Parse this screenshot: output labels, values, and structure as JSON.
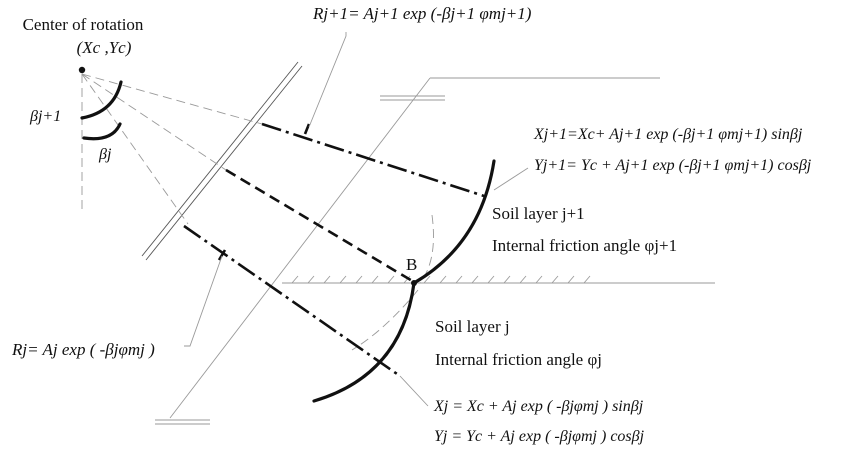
{
  "center": {
    "title": "Center of rotation",
    "coords": "(Xc ,Yc)"
  },
  "angles": {
    "beta_next": "βj+1",
    "beta": "βj"
  },
  "radius_next": "Rj+1= Aj+1 exp (-βj+1 φmj+1)",
  "radius": "Rj= Aj exp ( -βjφmj )",
  "eq_next": {
    "x": "Xj+1=Xc+ Aj+1 exp (-βj+1 φmj+1) sinβj",
    "y": "Yj+1= Yc + Aj+1 exp (-βj+1 φmj+1) cosβj"
  },
  "eq": {
    "x": "Xj = Xc + Aj exp ( -βjφmj ) sinβj",
    "y": "Yj = Yc + Aj exp ( -βjφmj ) cosβj"
  },
  "layer_next": {
    "name": "Soil layer j+1",
    "friction": "Internal friction angle φj+1"
  },
  "layer": {
    "name": "Soil layer j",
    "friction": "Internal friction angle φj"
  },
  "point_b": "B"
}
